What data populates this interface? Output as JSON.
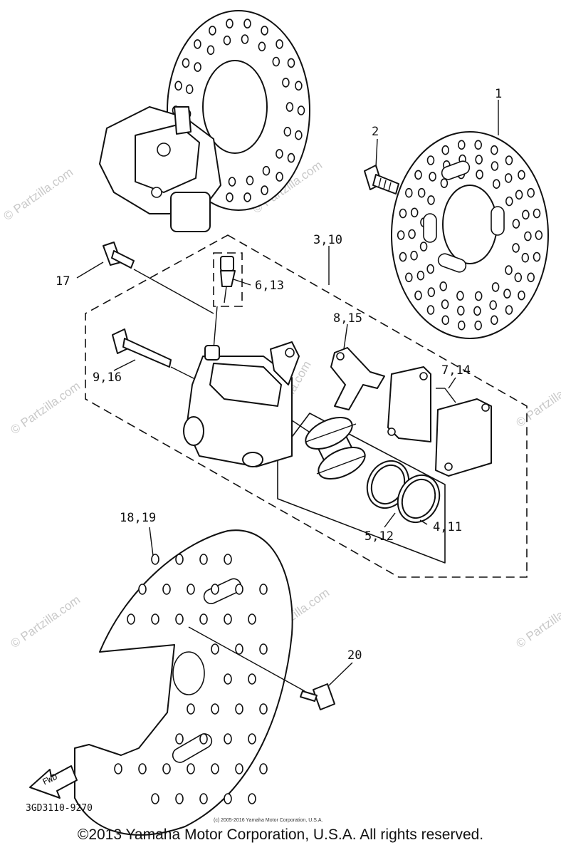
{
  "diagram": {
    "callouts": [
      {
        "id": "1",
        "text": "1"
      },
      {
        "id": "2",
        "text": "2"
      },
      {
        "id": "3_10",
        "text": "3,10"
      },
      {
        "id": "17",
        "text": "17"
      },
      {
        "id": "6_13",
        "text": "6,13"
      },
      {
        "id": "8_15",
        "text": "8,15"
      },
      {
        "id": "9_16",
        "text": "9,16"
      },
      {
        "id": "7_14",
        "text": "7,14"
      },
      {
        "id": "5_12",
        "text": "5,12"
      },
      {
        "id": "4_11",
        "text": "4,11"
      },
      {
        "id": "18_19",
        "text": "18,19"
      },
      {
        "id": "20",
        "text": "20"
      }
    ],
    "fwd_marker": "FWD",
    "diagram_code": "3GD3110-9270",
    "small_notice": "(c) 2005-2016 Yamaha Motor Corporation, U.S.A.",
    "watermark": "© Partzilla.com",
    "copyright": "©2013 Yamaha Motor Corporation, U.S.A. All rights reserved."
  }
}
